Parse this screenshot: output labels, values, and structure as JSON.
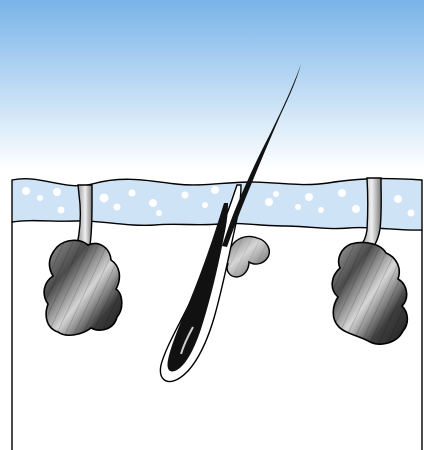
{
  "diagram": {
    "kind": "skin cross-section illustration",
    "labels": [],
    "colors": {
      "sky_top": "#78b4e8",
      "sky_bottom": "#ffffff",
      "epidermis_fill": "#cfe3f7",
      "epidermis_dots": "#ffffff",
      "dermis_fill": "#ffffff",
      "outline": "#000000",
      "gland_dark": "#2a2a2a",
      "gland_light": "#b8b8b8",
      "hair": "#111111"
    },
    "elements": [
      "sky-gradient",
      "epidermis-layer",
      "dermis-layer",
      "hair-shaft",
      "hair-follicle",
      "sebaceous-gland",
      "left-sweat-gland",
      "right-sweat-gland"
    ]
  }
}
